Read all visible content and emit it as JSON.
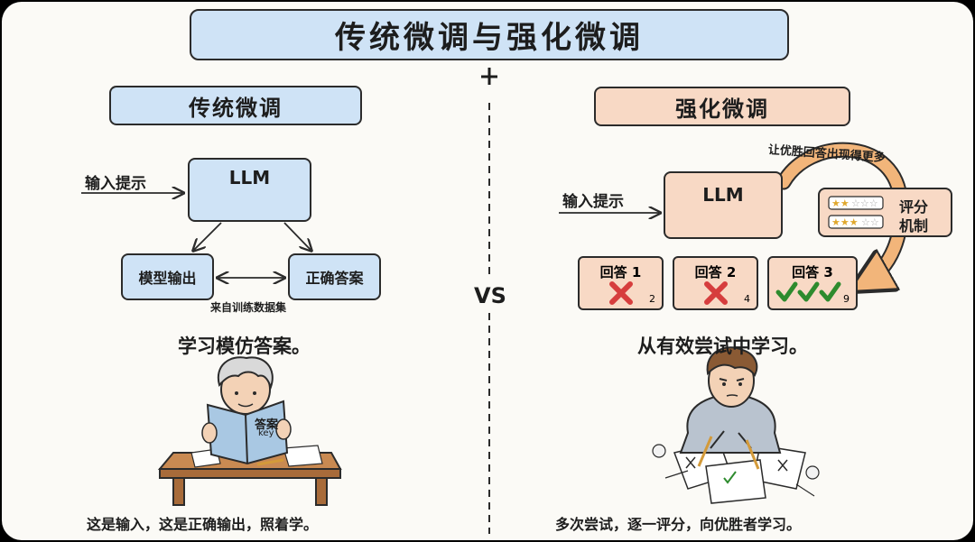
{
  "title": "传统微调与强化微调",
  "left": {
    "header": "传统微调",
    "input_label": "输入提示",
    "llm_label": "LLM",
    "model_output": "模型输出",
    "correct_answer": "正确答案",
    "source_note": "来自训练数据集",
    "summary": "学习模仿答案。",
    "book_text": "答案",
    "book_key": "key",
    "caption": "这是输入，这是正确输出，照着学。"
  },
  "divider_label": "VS",
  "right": {
    "header": "强化微调",
    "input_label": "输入提示",
    "llm_label": "LLM",
    "feedback_note": "让优胜回答出现得更多",
    "scoring_label_1": "评分",
    "scoring_label_2": "机制",
    "responses": [
      {
        "label": "回答 1",
        "score": "2",
        "result": "wrong"
      },
      {
        "label": "回答 2",
        "score": "4",
        "result": "wrong"
      },
      {
        "label": "回答 3",
        "score": "9",
        "result": "correct"
      }
    ],
    "summary": "从有效尝试中学习。",
    "caption": "多次尝试，逐一评分，向优胜者学习。"
  },
  "colors": {
    "blue_box": "#cfe3f6",
    "peach_box": "#f8d9c5",
    "arrow_orange": "#f2b57a",
    "wrong_red": "#d63d3d",
    "correct_green": "#2e8b2e",
    "star_gold": "#e0a82e"
  }
}
